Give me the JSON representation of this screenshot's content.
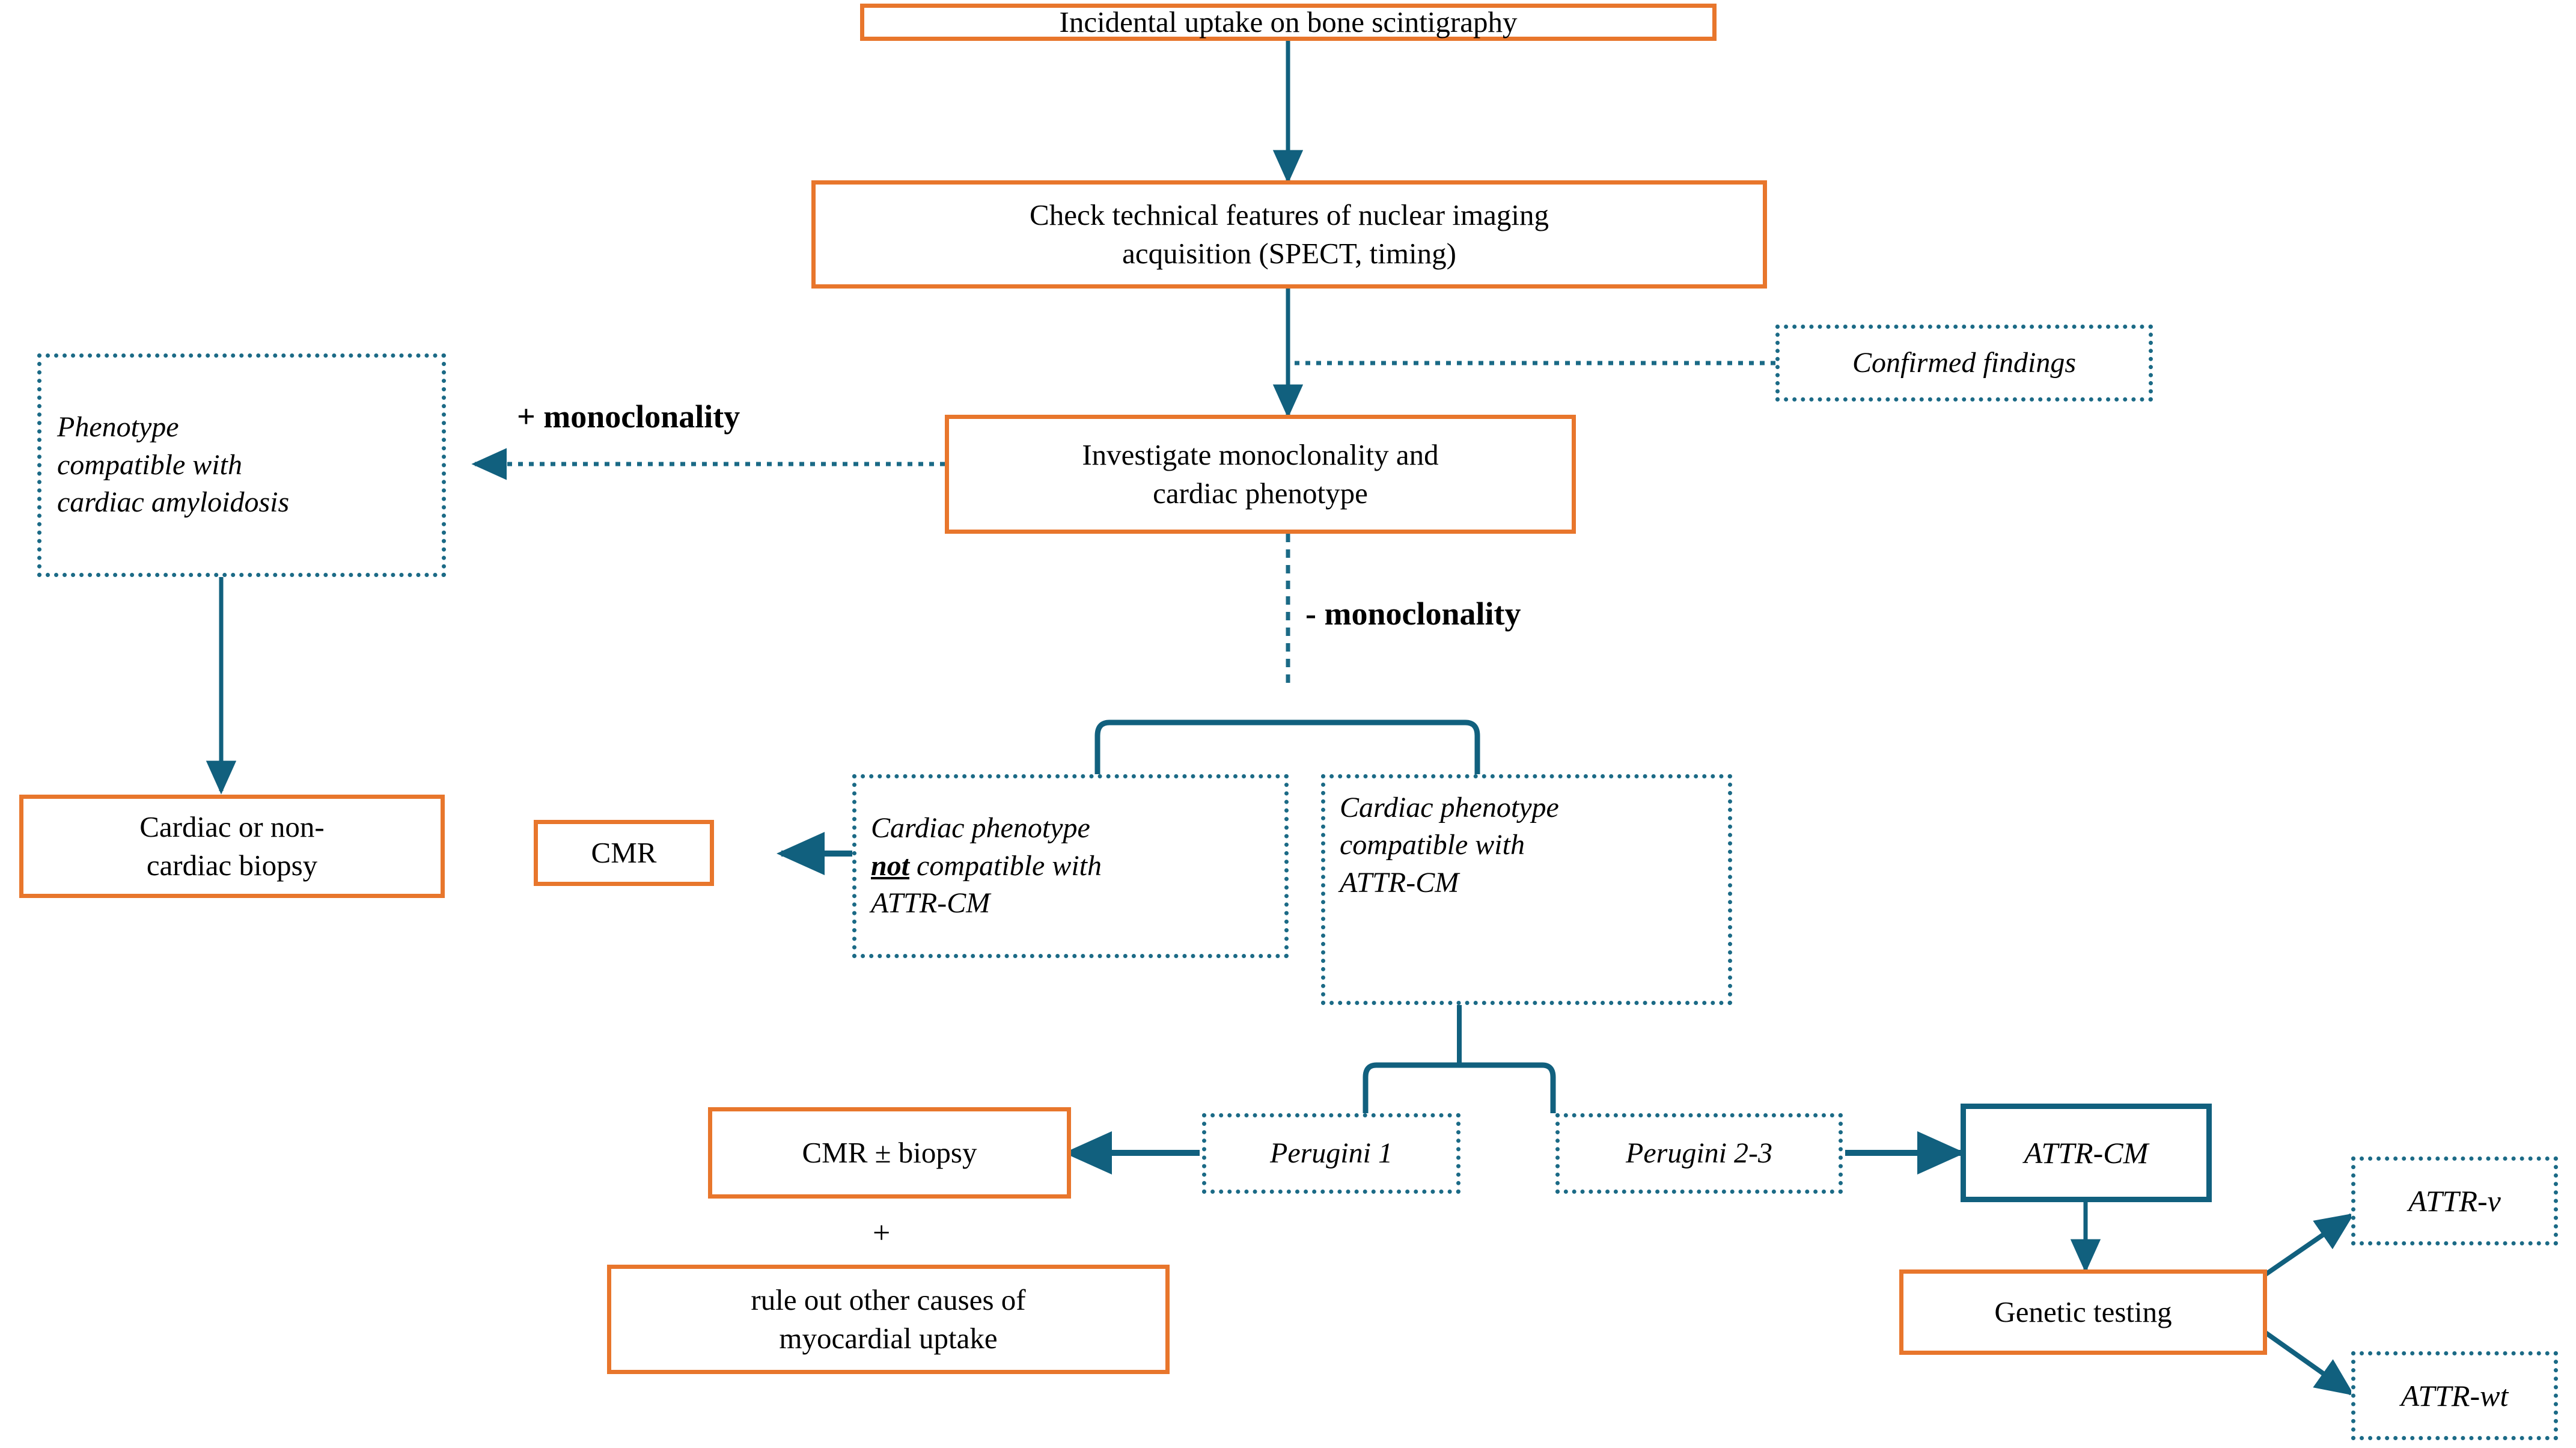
{
  "diagram": {
    "title": "Diagnostic flowchart for incidental cardiac uptake on bone scintigraphy",
    "colors": {
      "orange_border": "#E8762C",
      "teal_border": "#11607E",
      "dotted_teal": "#1B6A86",
      "arrow": "#11607E",
      "background": "#FFFFFF",
      "text": "#000000"
    }
  },
  "nodes": {
    "incidental_uptake": "Incidental uptake on bone scintigraphy",
    "check_technical_line1": "Check technical features of nuclear imaging",
    "check_technical_line2": "acquisition (SPECT, timing)",
    "confirmed_findings": "Confirmed findings",
    "investigate_line1": "Investigate monoclonality and",
    "investigate_line2": "cardiac phenotype",
    "phenotype_ca_line1": "Phenotype",
    "phenotype_ca_line2": "compatible with",
    "phenotype_ca_line3": "cardiac amyloidosis",
    "biopsy_line1": "Cardiac or non-",
    "biopsy_line2": "cardiac biopsy",
    "cmr": "CMR",
    "pheno_not_line1": "Cardiac phenotype",
    "pheno_not_word": "not",
    "pheno_not_rest": " compatible with",
    "pheno_not_line3": "ATTR-CM",
    "pheno_yes_line1": "Cardiac phenotype",
    "pheno_yes_line2": "compatible with",
    "pheno_yes_line3": "ATTR-CM",
    "perugini_1": "Perugini 1",
    "perugini_23": "Perugini 2-3",
    "cmr_biopsy": "CMR ± biopsy",
    "rule_out_line1": "rule out other causes of",
    "rule_out_line2": "myocardial uptake",
    "attr_cm": "ATTR-CM",
    "genetic_testing": "Genetic testing",
    "attr_v": "ATTR-v",
    "attr_wt": "ATTR-wt"
  },
  "labels": {
    "plus_monoclonality": "+ monoclonality",
    "minus_monoclonality": "- monoclonality",
    "plus_sign": "+"
  }
}
